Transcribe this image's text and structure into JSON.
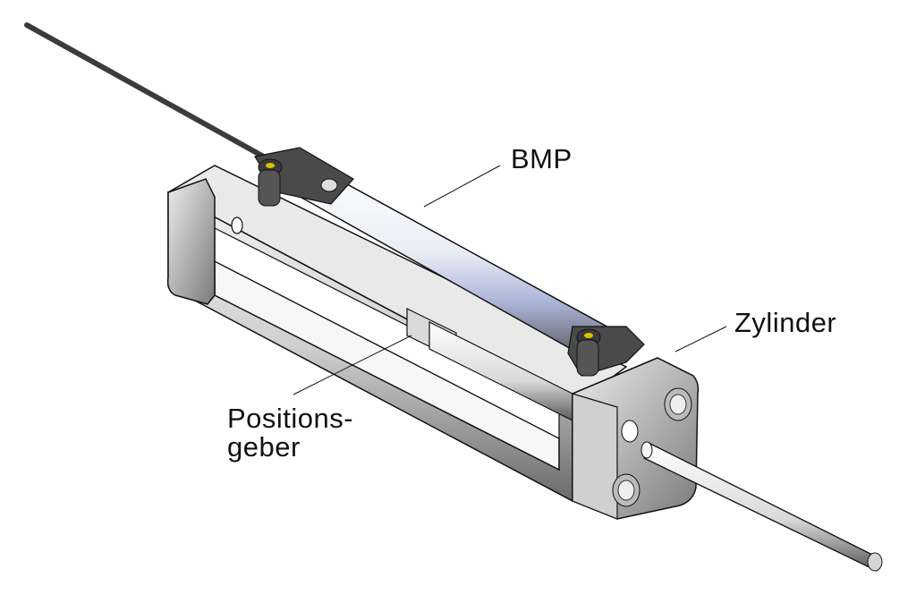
{
  "diagram": {
    "labels": {
      "bmp": "BMP",
      "zylinder": "Zylinder",
      "positionsgeber_line1": "Positions-",
      "positionsgeber_line2": "geber"
    },
    "colors": {
      "body_light": "#e6e6e6",
      "body_mid": "#b4b4b4",
      "body_dark": "#6e6e6e",
      "sensor_dark": "#4a4a4a",
      "accent_yellow": "#d8c400",
      "line": "#111111"
    }
  }
}
